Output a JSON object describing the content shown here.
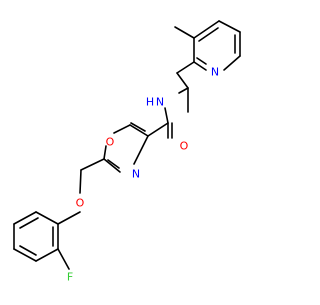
{
  "molecule": {
    "atoms": {
      "fluorine": {
        "label": "F",
        "color": "#33cc33"
      },
      "ether_oxygen": {
        "label": "O",
        "color": "#ff0000"
      },
      "oxazole_oxygen": {
        "label": "O",
        "color": "#ff0000"
      },
      "oxazole_nitrogen": {
        "label": "N",
        "color": "#0000ff"
      },
      "carbonyl_oxygen": {
        "label": "O",
        "color": "#ff0000"
      },
      "amide_nh": {
        "label": "N",
        "color": "#0000ff"
      },
      "amide_h": {
        "label": "H",
        "color": "#0000ff"
      },
      "pyridine_nitrogen": {
        "label": "N",
        "color": "#0000ff"
      }
    },
    "bond_color": "#000000"
  }
}
